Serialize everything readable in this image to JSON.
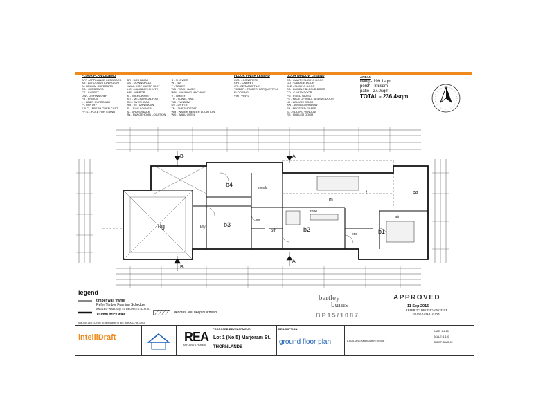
{
  "legend_floor": {
    "title": "FLOOR PLAN LEGEND",
    "col1": [
      "APP - APPLIANCE CUPBOARD",
      "AR - AIR CONDITIONING UNIT",
      "B - BROOM CUPBOARD",
      "CB - CUPBOARD",
      "CT - CARPET",
      "DW - DISHWASHER",
      "FR - FRIDGE",
      "L - LINEN CUPBOARD",
      "P - PANTRY",
      "F.R.C. - FRESH OVEN CAST",
      "P.F.S. - POLE FOR STAND"
    ],
    "col2": [
      "BR - BOX BEAM",
      "DS - DOWNSPOUT",
      "HWU - HOT WATER UNIT",
      "L.C. - LAUNDRY CHUTE",
      "MR - MIRROR",
      "M - MICROWAVE",
      "MT - MECHANICAL FIXT",
      "OH - OVERHEAD",
      "RB - RETURN BASIN",
      "SL - SINK LOUVER",
      "S - SPLASHBACK",
      "Rs - RANGEHOOD LOCATION"
    ],
    "col3": [
      "S - SHOWER",
      "W - TAP",
      "T - TOILET",
      "WB - WASH BASIN",
      "WM - WASHING MACHINE",
      "V - VANITY",
      "TR - TOWEL RAIL",
      "WD - WINDOW",
      "DS - DRYER",
      "TM - THERMOSTAT",
      "WH - WATER HEATER LOCATION",
      "WO - WALL OVEN"
    ]
  },
  "legend_finish": {
    "title": "FLOOR FINISH LEGEND",
    "items": [
      "CON - CONCRETE",
      "CPT - CARPET",
      "CT - CERAMIC TILE",
      "TIMBER - TIMBER, PARQUETRY & FLOORING",
      "VIN - VINYL"
    ]
  },
  "legend_door": {
    "title": "DOOR WINDOW LEGEND",
    "items": [
      "CB - CAVITY SLIDING DOOR",
      "GD - GARAGE DOOR",
      "SLD - SLIDING DOOR",
      "DB - DOUBLE BI-FOLD DOOR",
      "CD - CAVITY DOOR",
      "FG - FIXED GLASS",
      "FE - FACE OF WALL SLIDING DOOR",
      "LD - LOUVRE DOOR",
      "AW - AWNING WINDOW",
      "FB - FROSTED GLASS",
      "SL - SLIDING WINDOW",
      "RS - ROLLER DOOR"
    ]
  },
  "areas": {
    "title": "AREAS",
    "living": "living - 199.1sqm",
    "porch": "porch - 8.5sqm",
    "patio": "patio - 27.0sqm",
    "total": "TOTAL - 236.4sqm"
  },
  "rooms": {
    "b4": "b4",
    "b3": "b3",
    "b2": "b2",
    "b1": "b1",
    "dg": "dg",
    "lndy": "ldy",
    "bth": "bth",
    "wc": "wc",
    "robe": "robe",
    "wir": "wir",
    "ens": "ens",
    "media": "m",
    "family": "f",
    "pa": "pa",
    "section_a": "A",
    "section_b": "B",
    "meals": "meals"
  },
  "legend": {
    "title": "legend",
    "items": [
      "timber wall frame",
      "Refer Timber Framing Schedule",
      "ANGLED WALLS @ 45 DEGREES (U.N.O.)",
      "110mm brick wall",
      "denotes 300 deep bulkhead"
    ],
    "smoke": "SMOKE DETECTOR to be installed in acc. with AS3786-1993"
  },
  "stamp": {
    "brand_top": "bartley",
    "brand_bottom": "burns",
    "bp": "BP15/1087",
    "approved": "APPROVED",
    "date": "11 Sep 2015",
    "note1": "REFER TO DECISION NOTICE",
    "note2": "FOR CONDITIONS"
  },
  "titleblock": {
    "brand": "intelliDraft",
    "rea": "REA",
    "rea_sub": "RAYLAND'S HOMES",
    "proposed_label": "PROPOSED DEVELOPMENT:",
    "lot": "Lot 1 (No.5) Marjoram St.",
    "suburb": "THORNLANDS",
    "desc_label": "DESCRIPTION",
    "description": "ground floor plan",
    "revision": "A  BUILDING AMENDMENT ISSUE",
    "date_label": "DATE:",
    "scale_label": "SCALE:",
    "sheet_label": "SHEET:",
    "dwg": "DWG-02",
    "scale": "1:100",
    "date_val": "1-6-15"
  }
}
